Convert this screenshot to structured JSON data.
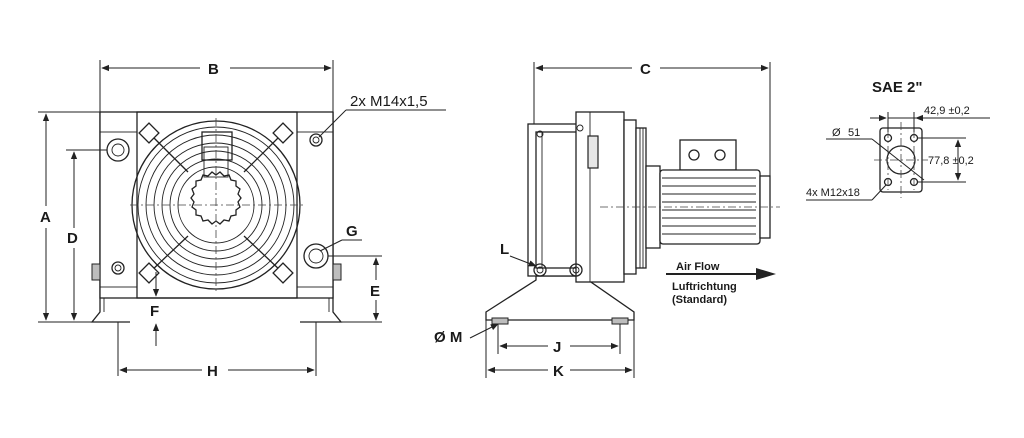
{
  "front_view": {
    "dim_B": "B",
    "dim_A": "A",
    "dim_D": "D",
    "dim_E": "E",
    "dim_F": "F",
    "dim_G": "G",
    "dim_H": "H",
    "thread_note": "2x M14x1,5"
  },
  "side_view": {
    "dim_C": "C",
    "dim_L": "L",
    "dim_M": "Ø M",
    "dim_J": "J",
    "dim_K": "K",
    "airflow_label": "Air Flow",
    "airflow_label_de": "Luftrichtung",
    "airflow_note": "(Standard)"
  },
  "flange_detail": {
    "title": "SAE 2\"",
    "width_dim": "42,9 ±0,2",
    "height_dim": "77,8 ±0,2",
    "diameter_symbol": "Ø",
    "diameter_value": "51",
    "bolt_note": "4x M12x18"
  }
}
